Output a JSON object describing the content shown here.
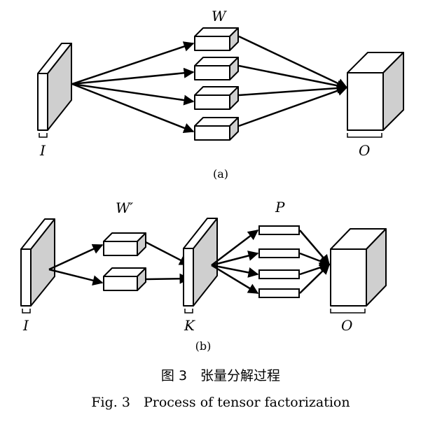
{
  "diagram_a": {
    "label_weight": "W",
    "label_input": "I",
    "label_output": "O",
    "sublabel": "(a)"
  },
  "diagram_b": {
    "label_weight": "W′",
    "label_p": "P",
    "label_input": "I",
    "label_k": "K",
    "label_output": "O",
    "sublabel": "(b)"
  },
  "caption": {
    "chinese": "图 3　张量分解过程",
    "english": "Fig. 3　Process of tensor factorization"
  },
  "colors": {
    "stroke": "#000000",
    "face_shaded": "#cfcfcf",
    "face_light": "#ffffff"
  }
}
